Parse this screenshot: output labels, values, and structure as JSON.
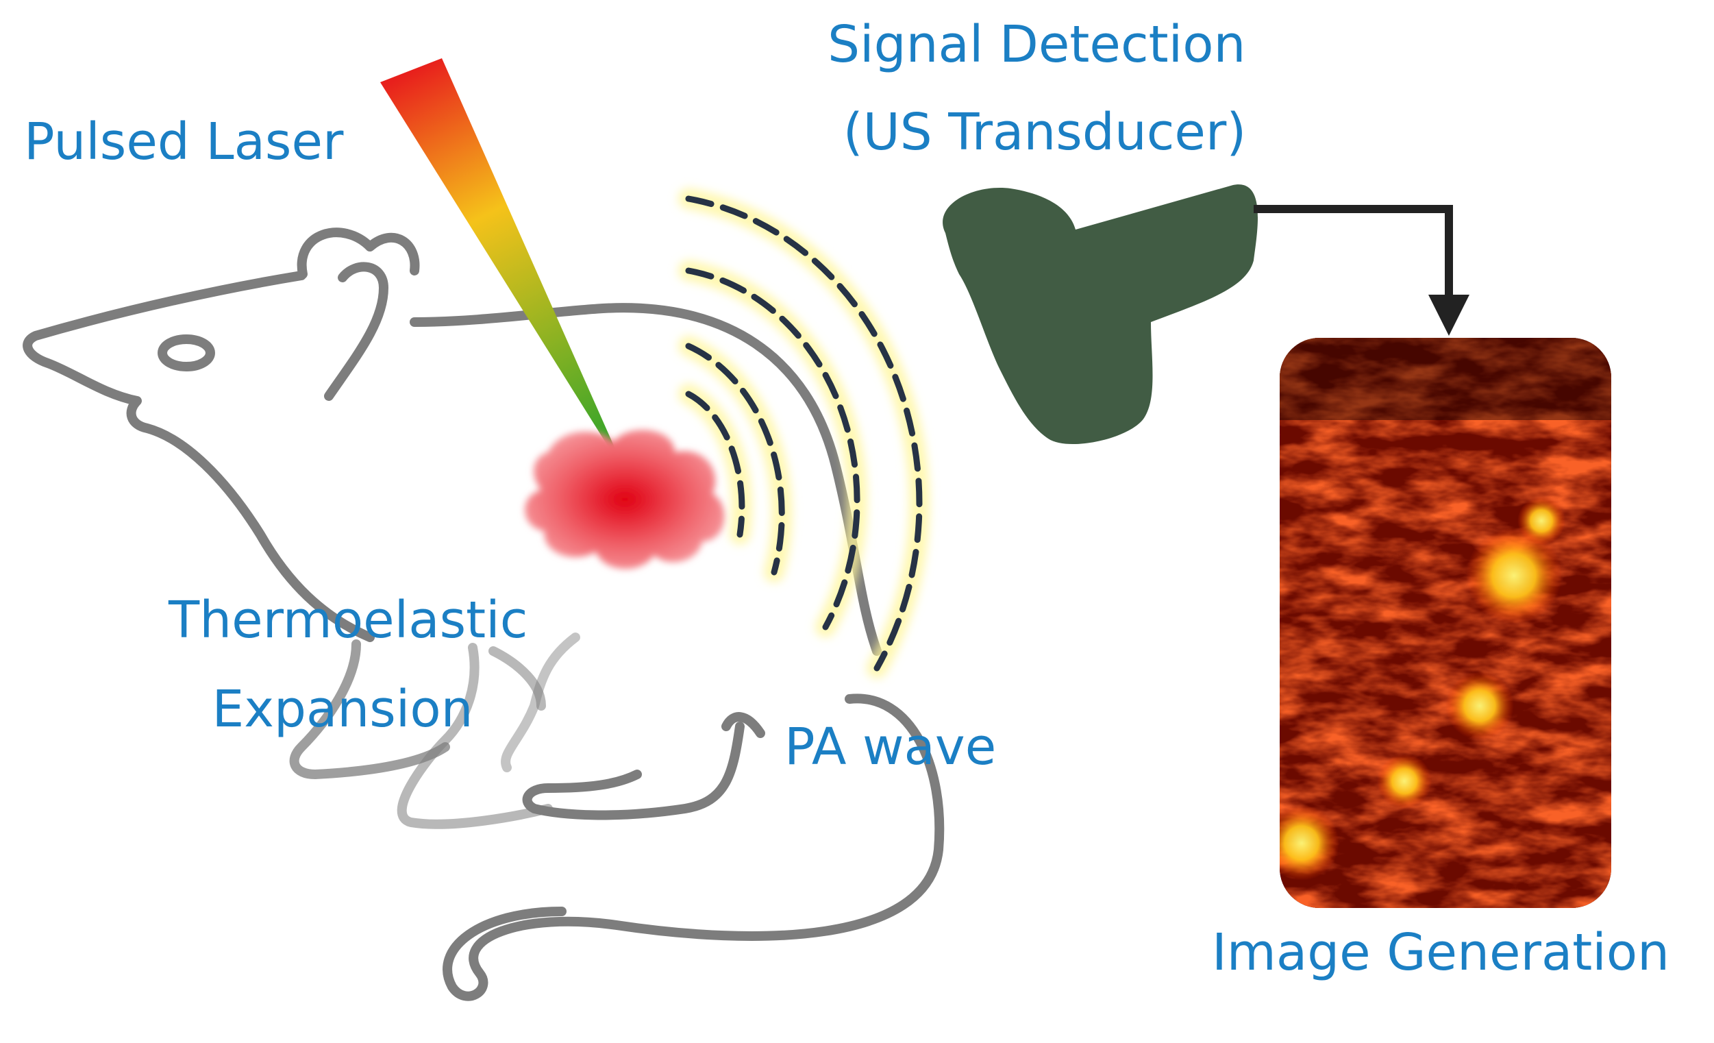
{
  "labels": {
    "pulsed_laser": "Pulsed Laser",
    "signal_detection_line1": "Signal Detection",
    "signal_detection_line2": "(US Transducer)",
    "thermoelastic_line1": "Thermoelastic",
    "thermoelastic_line2": "Expansion",
    "pa_wave": "PA wave",
    "image_generation": "Image Generation"
  },
  "colors": {
    "label_text": "#1b7fc4",
    "mouse_outline": "#7d7d7d",
    "transducer": "#415c44",
    "wave_dash": "#263245",
    "wave_glow": "#fff59a",
    "arrow": "#222222",
    "absorber": "#e8202a",
    "laser_top": "#e8201c",
    "laser_mid": "#f5c21a",
    "laser_bottom": "#16a02c"
  },
  "icons": {
    "mouse": "mouse-outline-icon",
    "laser": "laser-beam-icon",
    "transducer": "ultrasound-transducer-icon",
    "image": "photoacoustic-image-icon"
  }
}
